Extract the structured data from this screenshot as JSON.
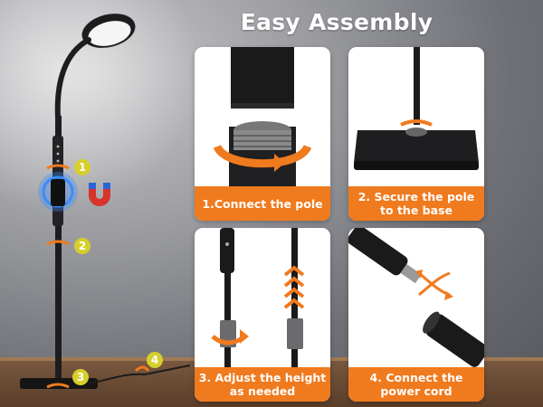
{
  "title": "Easy Assembly",
  "steps": [
    {
      "caption": "1.Connect the pole"
    },
    {
      "caption": "2. Secure the pole to the base"
    },
    {
      "caption": "3. Adjust the height as needed"
    },
    {
      "caption": "4. Connect the power cord"
    }
  ],
  "badges": [
    "1",
    "2",
    "3",
    "4"
  ],
  "colors": {
    "accent": "#f07a1e",
    "badge": "#d6cf2a",
    "lamp": "#1d1d1f"
  },
  "icons": [
    "floor-lamp-icon",
    "magnet-icon",
    "rotate-arrow-icon",
    "swap-arrows-icon",
    "chevron-up-icon"
  ]
}
